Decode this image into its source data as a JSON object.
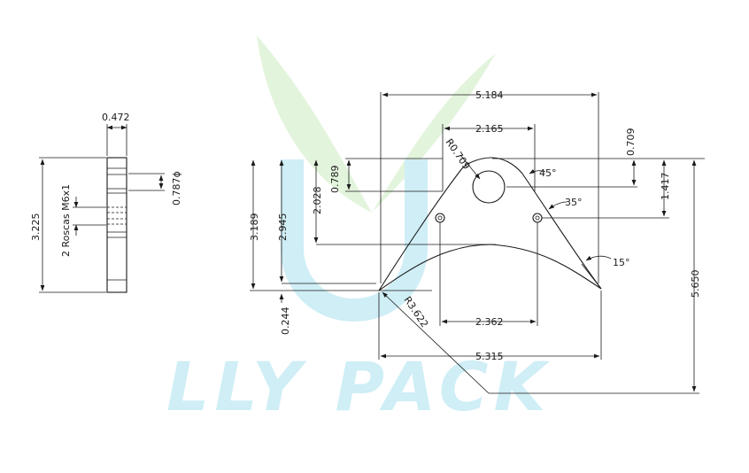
{
  "watermark": {
    "text": "LLY PACK",
    "color": "#cfeef6",
    "leaf_color": "#e3f4dc"
  },
  "side_view": {
    "width": "0.472",
    "height": "3.225",
    "bore": "0.787ϕ",
    "threads": "2 Roscas M6x1"
  },
  "front_view": {
    "overall_top_width": "5.184",
    "top_flat": "2.165",
    "top_radius": "R0.709",
    "top_radius_offset": "0.709",
    "angle_top": "45°",
    "angle_mid": "35°",
    "angle_tip": "15°",
    "hole_vertical": "1.417",
    "base_width": "5.315",
    "hole_spacing": "2.362",
    "arc_radius": "R3.622",
    "overall_height": "5.650",
    "left_height_1": "3.189",
    "left_height_2": "2.945",
    "left_height_3": "2.028",
    "left_height_4": "0.789",
    "bottom_offset": "0.244"
  },
  "line_color": "#1a1a1a"
}
